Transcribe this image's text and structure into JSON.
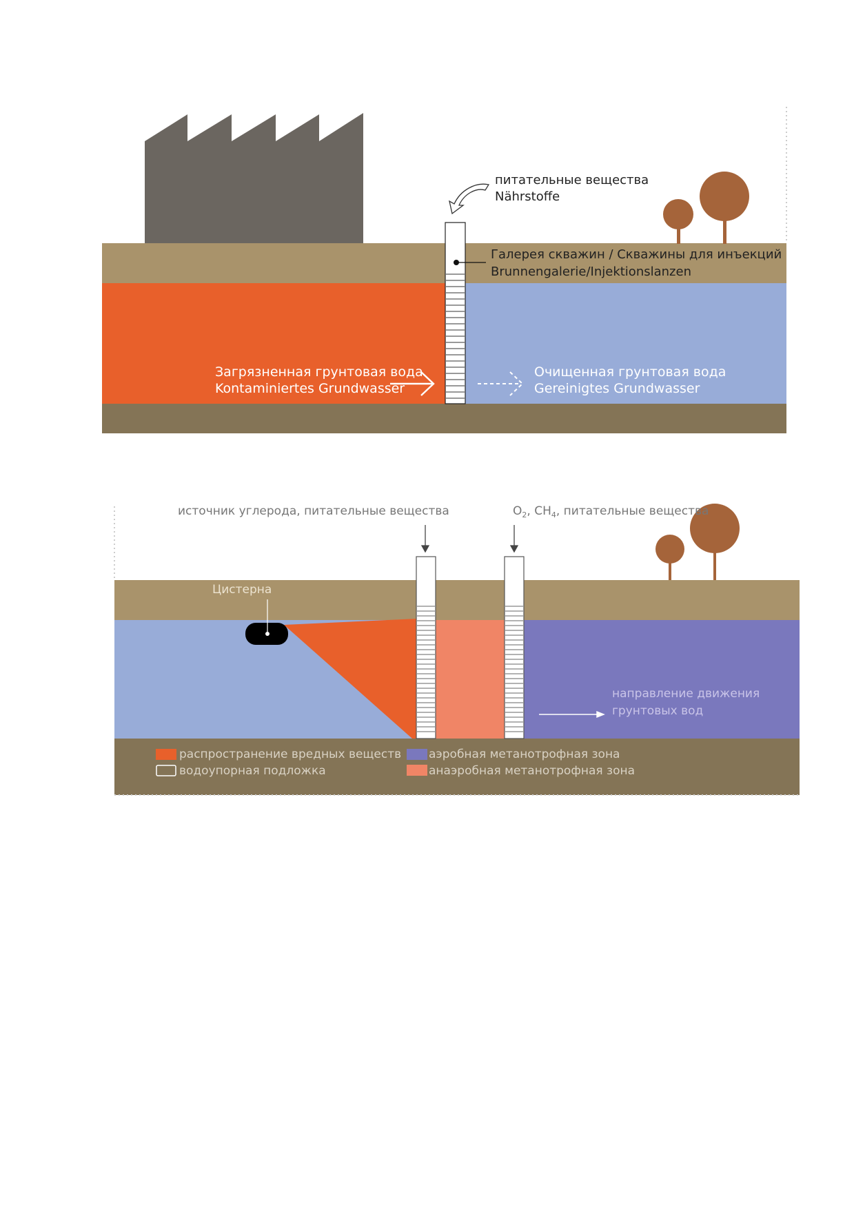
{
  "colors": {
    "factory": "#6b6660",
    "topsoil": "#a9936b",
    "contaminated": "#e8602b",
    "clean_water": "#98acd8",
    "bedrock": "#847456",
    "tree": "#a5643a",
    "aerobic": "#7a78bd",
    "anaerobic": "#f08566",
    "tank": "#000000"
  },
  "diagram1": {
    "nutrients_label_ru": "питательные вещества",
    "nutrients_label_de": "Nährstoffe",
    "well_label_ru": "Галерея скважин / Скважины для инъекций",
    "well_label_de": "Brunnengalerie/Injektionslanzen",
    "contaminated_ru": "Загрязненная грунтовая вода",
    "contaminated_de": "Kontaminiertes Grundwasser",
    "cleaned_ru": "Очищенная грунтовая вода",
    "cleaned_de": "Gereinigtes Grundwasser",
    "icons": [
      "factory-icon",
      "tree-icon",
      "curved-arrow-icon",
      "arrow-right-icon",
      "dashed-arrow-right-icon"
    ]
  },
  "diagram2": {
    "carbon_source_label": "источник углерода, питательные вещества",
    "gas_label_o2": "O",
    "gas_label_o2_sub": "2",
    "gas_label_sep": ", CH",
    "gas_label_ch4_sub": "4",
    "gas_label_rest": ",  питательные вещества",
    "tank_label": "Цистерна",
    "flow_label_line1": "направление движения",
    "flow_label_line2": "грунтовых вод",
    "legend": {
      "pollutant_spread": "распространение вредных веществ",
      "impermeable_base": "водоупорная подложка",
      "aerobic_zone": "аэробная метанотрофная зона",
      "anaerobic_zone": "анаэробная метанотрофная зона"
    }
  }
}
